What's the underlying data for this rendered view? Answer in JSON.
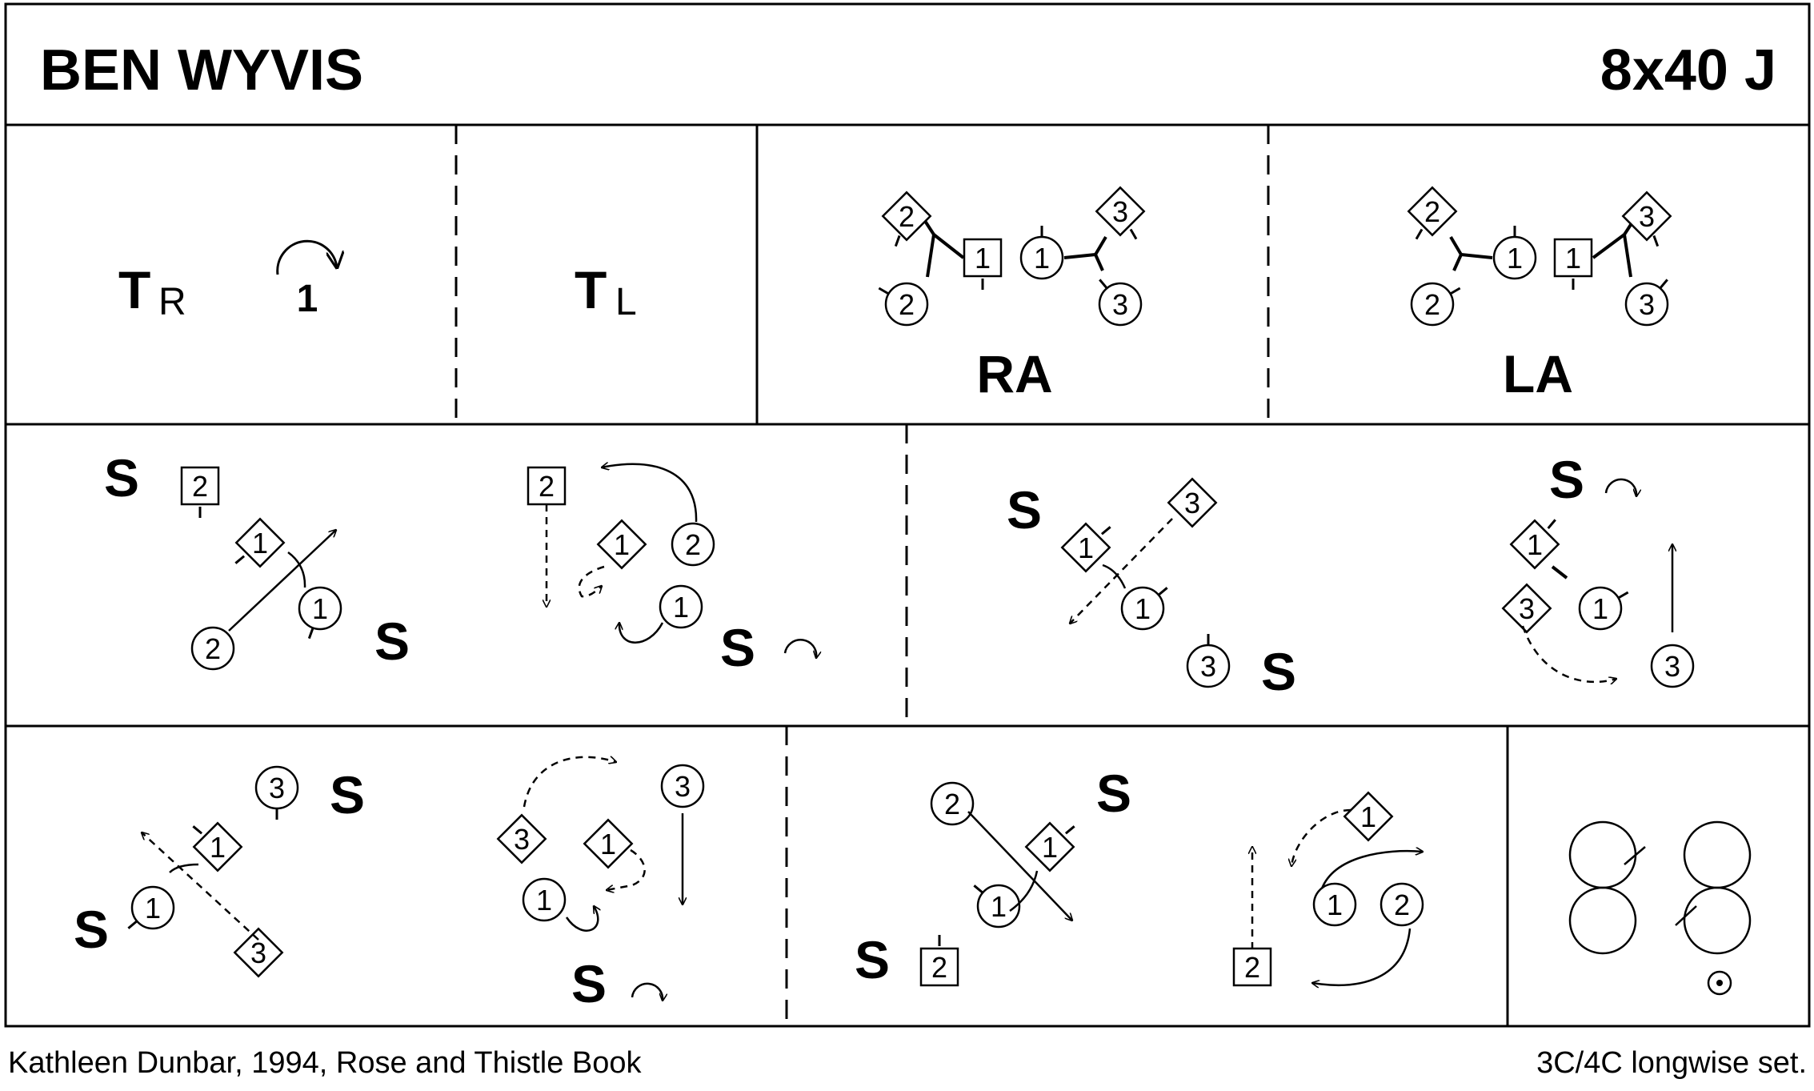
{
  "title": "BEN WYVIS",
  "dance_type": "8x40 J",
  "footer": {
    "credit": "Kathleen Dunbar, 1994, Rose and Thistle Book",
    "set": "3C/4C longwise set."
  },
  "bar1": {
    "turn_right": {
      "main": "T",
      "sub": "R"
    },
    "turn_marker": "1",
    "turn_left": {
      "main": "T",
      "sub": "L"
    },
    "right_hands_across": "RA",
    "left_hands_across": "LA"
  },
  "setting_label": "S",
  "positions": [
    "1",
    "2",
    "3"
  ],
  "icons": {
    "circle": "dancer-man-icon",
    "square": "dancer-woman-icon",
    "diamond": "dancer-woman-facing-icon",
    "turn_arrow": "turn-arrow-icon",
    "figure_eight": "figure-of-eight-icon",
    "position_dot": "position-dot-icon"
  }
}
